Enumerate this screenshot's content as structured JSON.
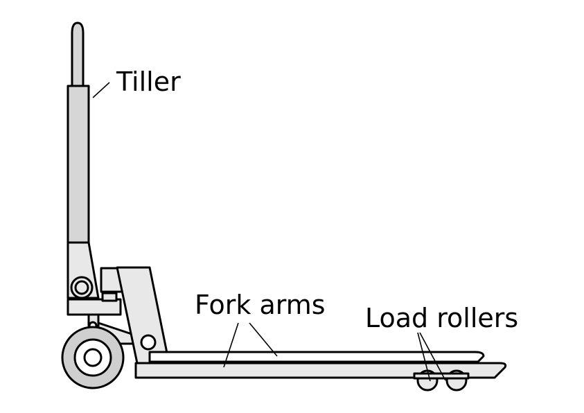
{
  "diagram": {
    "subject": "Pallet jack (hand pallet truck), side view",
    "labels": {
      "tiller": "Tiller",
      "fork_arms": "Fork arms",
      "load_rollers": "Load rollers"
    },
    "colors": {
      "outline": "#000000",
      "light_fill": "#e8e8e8",
      "tiller_fill": "#d6d6d6",
      "wheel_fill": "#cfcfcf",
      "background": "#ffffff"
    }
  }
}
